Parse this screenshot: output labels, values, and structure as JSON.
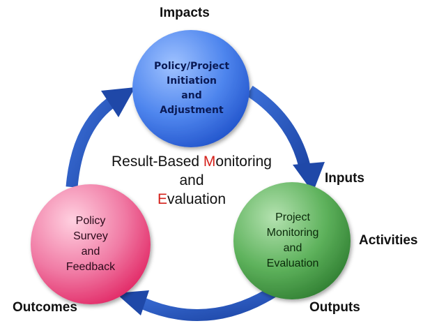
{
  "diagram": {
    "top_circle": {
      "lines": [
        "Policy/Project",
        "Initiation",
        "and",
        "Adjustment"
      ]
    },
    "left_circle": {
      "lines": [
        "Policy",
        "Survey",
        "and",
        "Feedback"
      ]
    },
    "right_circle": {
      "lines": [
        "Project",
        "Monitoring",
        "and",
        "Evaluation"
      ]
    },
    "center_title": {
      "line1_prefix": "Result-Based ",
      "line1_highlight": "M",
      "line1_suffix": "onitoring",
      "line2": "and",
      "line3_highlight": "E",
      "line3_suffix": "valuation"
    },
    "labels": {
      "impacts": "Impacts",
      "inputs": "Inputs",
      "activities": "Activities",
      "outputs": "Outputs",
      "outcomes": "Outcomes"
    },
    "colors": {
      "top_circle": "#4f86ee",
      "left_circle": "#ee4f8a",
      "right_circle": "#4ea84f",
      "arrow": "#2f5fc4",
      "highlight_text": "#d4201a"
    }
  }
}
